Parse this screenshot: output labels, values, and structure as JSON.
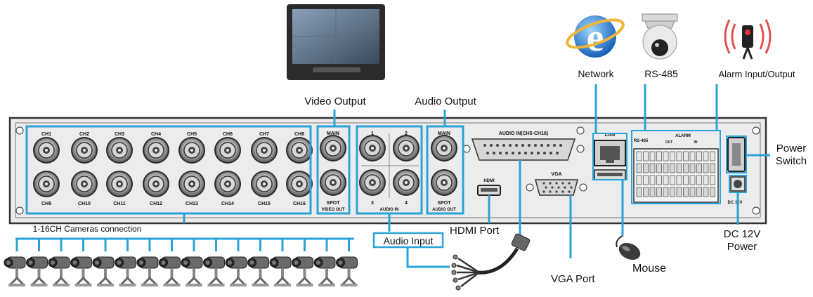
{
  "labels": {
    "video_output": "Video Output",
    "audio_output": "Audio Output",
    "network": "Network",
    "rs485": "RS-485",
    "alarm_io": "Alarm Input/Output",
    "power_switch_1": "Power",
    "power_switch_2": "Switch",
    "dc_power_1": "DC 12V",
    "dc_power_2": "Power",
    "hdmi_port": "HDMI Port",
    "vga_port": "VGA Port",
    "mouse": "Mouse",
    "audio_input": "Audio Input",
    "cameras_connection": "1-16CH Cameras connection"
  },
  "panel": {
    "top_channels": [
      "CH1",
      "CH2",
      "CH3",
      "CH4",
      "CH5",
      "CH6",
      "CH7",
      "CH8"
    ],
    "bottom_channels": [
      "CH9",
      "CH10",
      "CH11",
      "CH12",
      "CH13",
      "CH14",
      "CH15",
      "CH16"
    ],
    "video_out_main": "MAIN",
    "video_out_spot": "SPOT",
    "video_out_caption": "VIDEO OUT",
    "audio_in_nums": [
      "1",
      "2",
      "3",
      "4"
    ],
    "audio_in_caption": "AUDIO IN",
    "audio_out_main": "MAIN",
    "audio_out_spot": "SPOT",
    "audio_out_caption": "AUDIO OUT",
    "audio_in_dsub": "AUDIO IN(CH5-CH16)",
    "hdmi": "HDMI",
    "vga": "VGA",
    "lan": "LAN",
    "rs485_small": "RS-485",
    "alarm_small": "ALARM",
    "out_small": "OUT",
    "in_small": "IN",
    "dc_small": "DC 12V"
  },
  "icons": [
    "monitor-icon",
    "network-globe-icon",
    "ptz-camera-icon",
    "alarm-siren-icon",
    "mouse-icon",
    "camera-icon",
    "audio-cable-icon"
  ],
  "colors": {
    "accent": "#2aa3d8",
    "panel": "#e9e9e9",
    "panel_edge": "#333333"
  }
}
